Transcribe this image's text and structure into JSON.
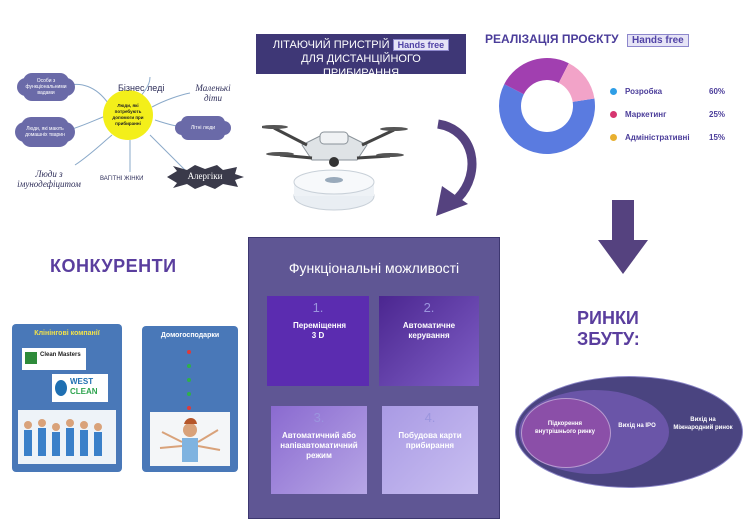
{
  "mindmap": {
    "center": "Люди, які потребують допомоги при прибиранні",
    "cloud_top": "Особи з функціональними вадами",
    "cloud_left": "Люди, які мають домашніх тварин",
    "cloud_right": "Літні люди",
    "business": "Бізнес леді",
    "kids": "Маленькі діти",
    "pregnant": "ВАГІТНІ ЖІНКИ",
    "immuno": "Люди з імунодефіцитом",
    "allergy": "Алергіки"
  },
  "device": {
    "title_line1": "ЛІТАЮЧИЙ ПРИСТРІЙ",
    "badge": "Hands free",
    "title_line2": "ДЛЯ ДИСТАНЦІЙНОГО ПРИБИРАННЯ"
  },
  "realization": {
    "title": "РЕАЛІЗАЦІЯ ПРОЄКТУ",
    "badge": "Hands free",
    "legend": [
      {
        "label": "Розробка",
        "value": "60%",
        "color": "#2f9ee6"
      },
      {
        "label": "Маркетинг",
        "value": "25%",
        "color": "#d6356f"
      },
      {
        "label": "Адміністративні",
        "value": "15%",
        "color": "#e8b030"
      }
    ]
  },
  "chart_data": {
    "type": "pie",
    "categories": [
      "Розробка",
      "Маркетинг",
      "Адміністративні"
    ],
    "values": [
      60,
      25,
      15
    ]
  },
  "competitors": {
    "title": "КОНКУРЕНТИ",
    "card1_title": "Клінінгові компанії",
    "logo1": "Clean Masters",
    "logo2_top": "WEST",
    "logo2_bottom": "CLEAN",
    "card2_title": "Домогосподарки"
  },
  "features": {
    "title": "Функціональні можливості",
    "items": [
      {
        "num": "1.",
        "label": "Переміщення 3 D"
      },
      {
        "num": "2.",
        "label": "Автоматичне керування"
      },
      {
        "num": "3.",
        "label": "Автоматичний або напівавтоматичний режим"
      },
      {
        "num": "4.",
        "label": "Побудова карти прибирання"
      }
    ]
  },
  "markets": {
    "title_line1": "РИНКИ",
    "title_line2": "ЗБУТУ:",
    "inner": "Підкорення внутрішнього ринку",
    "middle": "Вихід на IPO",
    "outer": "Вихід на Міжнародний ринок"
  },
  "colors": {
    "purple_dark": "#3e3776",
    "panel": "#5f5694",
    "accent_text": "#5a3e9e",
    "arrow": "#55427f"
  }
}
